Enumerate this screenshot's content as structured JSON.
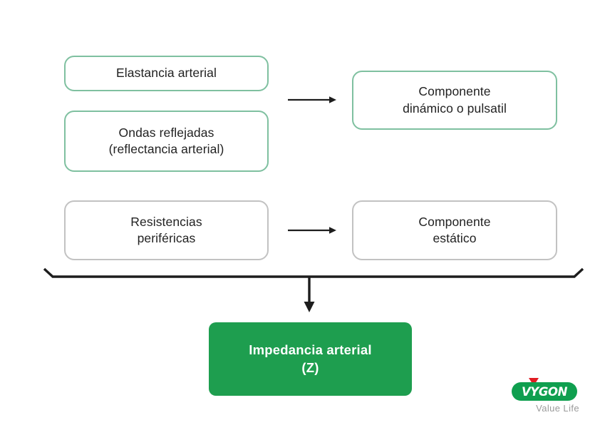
{
  "diagram": {
    "title": "Impedancia arterial",
    "nodes": {
      "elastancia": {
        "label": "Elastancia arterial"
      },
      "ondas": {
        "label": "Ondas reflejadas\n(reflectancia arterial)"
      },
      "resistencias": {
        "label": "Resistencias\nperiféricas"
      },
      "dinamico": {
        "label": "Componente\ndinámico o pulsatil"
      },
      "estatico": {
        "label": "Componente\nestático"
      },
      "impedancia": {
        "label": "Impedancia arterial\n(Z)"
      }
    },
    "connectors": {
      "arrow_top": "arrow-right-icon",
      "arrow_bottom": "arrow-right-icon",
      "brace": "brace-icon",
      "arrow_down": "arrow-down-icon"
    },
    "colors": {
      "accent_green_border": "#7fc0a0",
      "gray_border": "#c2c2c2",
      "filled_green": "#1e9e4f",
      "logo_green": "#0f9f4f",
      "logo_red": "#e11b22",
      "text": "#222222",
      "tagline_gray": "#9b9b9b"
    }
  },
  "logo": {
    "wordmark": "VYGON",
    "tagline": "Value Life"
  }
}
